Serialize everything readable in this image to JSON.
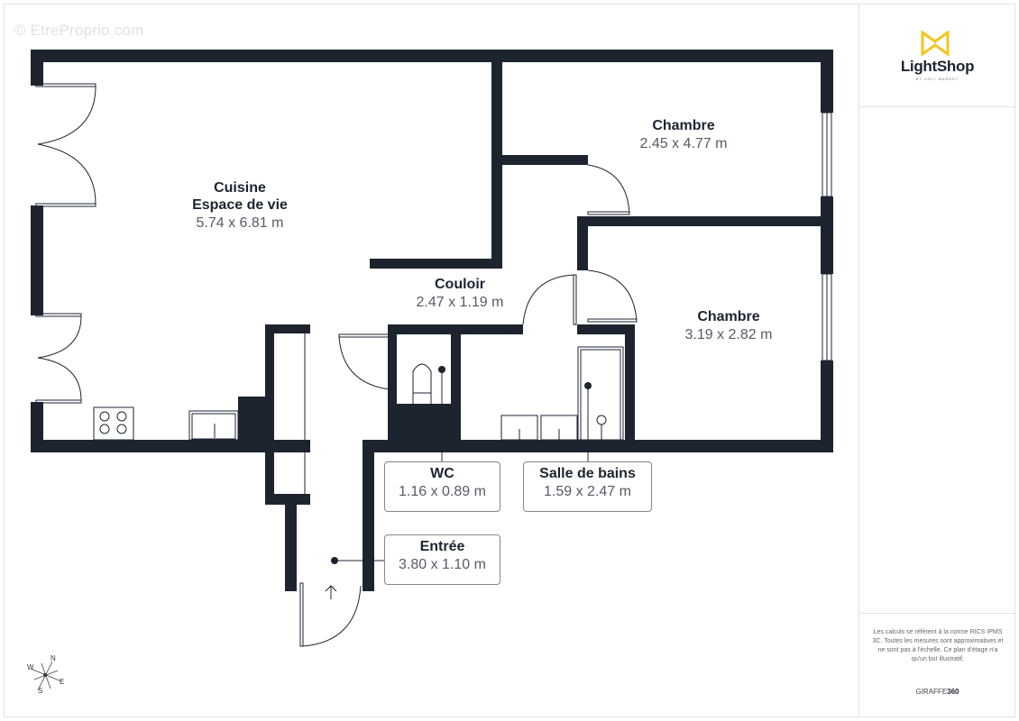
{
  "watermark": "© EtreProprio.com",
  "sidebar": {
    "logo": {
      "name": "LightShop",
      "subtitle": "BY ORLI MARKET",
      "mark_color": "#f2c61f"
    },
    "disclaimer": "Les calculs se réfèrent à la norme RICS IPMS 3C. Toutes les mesures sont approximatives et ne sont pas à l'échelle. Ce plan d'étage n'a qu'un but illustratif.",
    "brand_prefix": "GIRAFFE",
    "brand_suffix": "360"
  },
  "rooms": [
    {
      "name": "Cuisine",
      "name2": "Espace de vie",
      "dims": "5.74 x 6.81 m"
    },
    {
      "name": "Chambre",
      "dims": "2.45 x 4.77 m"
    },
    {
      "name": "Chambre",
      "dims": "3.19 x 2.82 m"
    },
    {
      "name": "Couloir",
      "dims": "2.47 x 1.19 m"
    },
    {
      "name": "WC",
      "dims": "1.16 x 0.89 m"
    },
    {
      "name": "Salle de bains",
      "dims": "1.59 x 2.47 m"
    },
    {
      "name": "Entrée",
      "dims": "3.80 x 1.10 m"
    }
  ],
  "compass": {
    "n": "N",
    "s": "S",
    "e": "E",
    "w": "W"
  },
  "colors": {
    "wall": "#1d2430",
    "background": "#ffffff",
    "accent": "#f2c61f"
  }
}
